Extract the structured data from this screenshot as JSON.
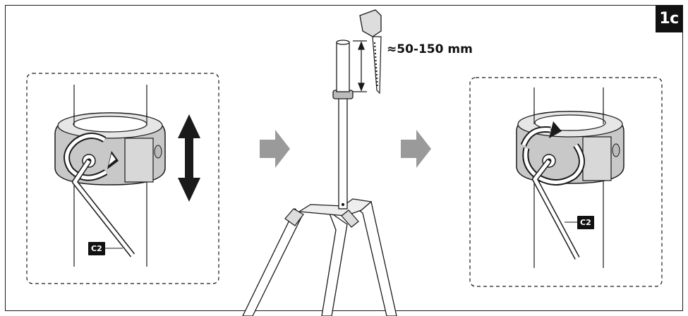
{
  "step_label": "1c",
  "adjustment_range": "≈50-150 mm",
  "tool_label_left": "C2",
  "tool_label_right": "C2",
  "colors": {
    "line": "#1a1a1a",
    "arrow_fill": "#9a9a9a",
    "clamp_shade": "#c8c8c8",
    "clamp_light": "#e6e6e6",
    "badge": "#111111"
  },
  "icons": [
    "loosen-rotation-icon",
    "double-vertical-arrow-icon",
    "next-step-arrow-icon",
    "tighten-rotation-icon",
    "allen-key-icon",
    "tripod-stand-icon"
  ]
}
